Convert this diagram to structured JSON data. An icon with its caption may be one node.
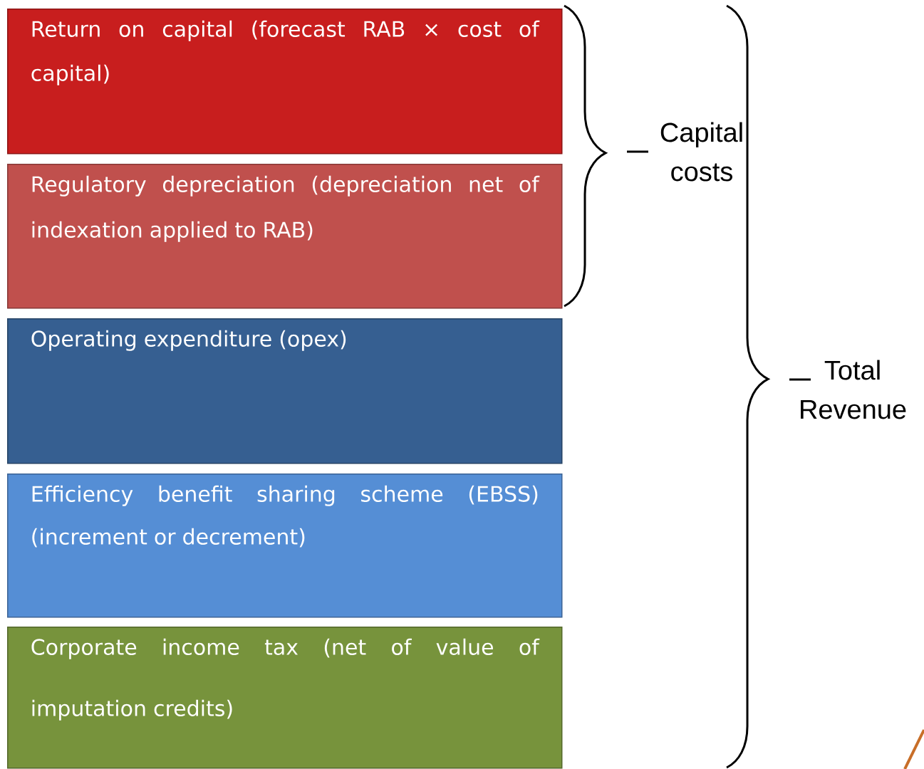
{
  "diagram": {
    "nodes": [
      {
        "text": [
          "Return on capital (forecast RAB × cost of capital)"
        ]
      },
      {
        "text": [
          "Regulatory depreciation (depreciation net of indexation applied to RAB)"
        ]
      },
      {
        "text": [
          "Operating expenditure (opex)"
        ]
      },
      {
        "text": [
          "Efficiency benefit sharing scheme (EBSS) (increment or decrement)"
        ]
      },
      {
        "text": [
          "Corporate income tax (net of value of imputation credits)"
        ]
      }
    ],
    "labels": [
      "Capital costs",
      "Total Revenue"
    ]
  }
}
